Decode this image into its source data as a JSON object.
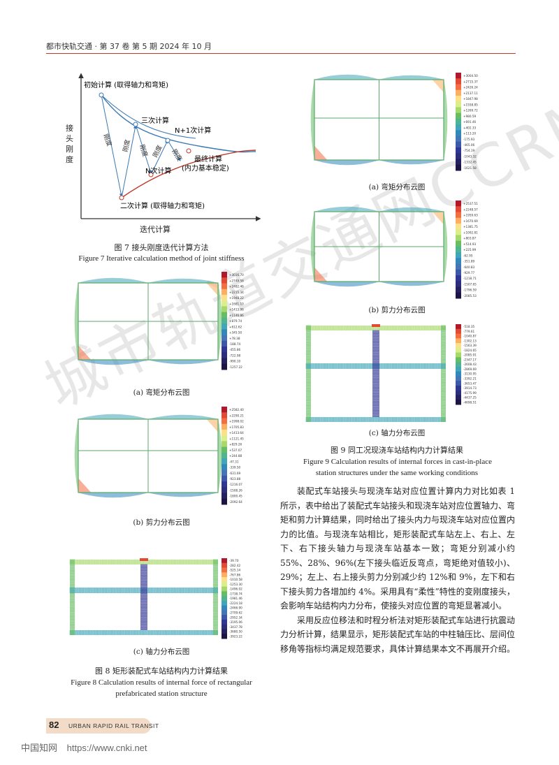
{
  "header": {
    "text": "都市快轨交通 · 第 37 卷 第 5 期 2024 年 10 月"
  },
  "fig7": {
    "ylabel": "接头刚度",
    "xlabel": "迭代计算",
    "labels": {
      "initial": "初始计算 (取得轴力和弯矩)",
      "third": "三次计算",
      "n1": "N+1次计算",
      "final1": "最终计算",
      "final2": "(内力基本稳定)",
      "nth": "N次计算",
      "second": "二次计算 (取得轴力和弯矩)",
      "stiff": "刚度"
    },
    "caption_cn": "图 7 接头刚度迭代计算方法",
    "caption_en": "Figure 7 Iterative calculation method of joint stiffness"
  },
  "fig8": {
    "sub_a": "(a) 弯矩分布云图",
    "sub_b": "(b) 剪力分布云图",
    "sub_c": "(c) 轴力分布云图",
    "caption_cn": "图 8 矩形装配式车站结构内力计算结果",
    "caption_en_1": "Figure 8 Calculation results of internal force of rectangular",
    "caption_en_2": "prefabricated station structure"
  },
  "fig9": {
    "sub_a": "(a) 弯矩分布云图",
    "sub_b": "(b) 剪力分布云图",
    "sub_c": "(c) 轴力分布云图",
    "caption_cn": "图 9 同工况现浇车站结构内力计算结果",
    "caption_en_1": "Figure 9 Calculation results of internal forces in cast-in-place",
    "caption_en_2": "station structures under the same working conditions"
  },
  "body": {
    "p1": "装配式车站接头与现浇车站对应位置计算内力对比如表 1 所示，表中给出了装配式车站接头和现浇车站对应位置轴力、弯矩和剪力计算结果，同时给出了接头内力与现浇车站对应位置内力的比值。与现浇车站相比，矩形装配式车站左上、右上、左下、右下接头轴力与现浇车站基本一致；弯矩分别减小约 55%、28%、96%(左下接头临近反弯点，弯矩绝对值较小)、29%；左上、右上接头剪力分别减少约 12%和 9%，左下和右下接头剪力各增加约 4%。采用具有“柔性”特性的变刚度接头，会影响车站结构内力分布，使接头对应位置的弯矩显著减小。",
    "p2": "采用反应位移法和时程分析法对矩形装配式车站进行抗震动力分析计算，结果显示，矩形装配式车站的中柱轴压比、层间位移角等指标均满足规范要求，具体计算结果本文不再展开介绍。"
  },
  "footer": {
    "page": "82",
    "journal": "URBAN RAPID RAIL TRANSIT",
    "source1": "中国知网",
    "source2": "https://www.cnki.net"
  },
  "watermark": "城市轨道交通网CCRM",
  "legend_values": {
    "f8a": [
      "+3016.70",
      "+2749.58",
      "+2482.46",
      "+2215.34",
      "+1948.22",
      "+1681.10",
      "+1413.98",
      "+1146.86",
      "+879.74",
      "+612.62",
      "+345.50",
      "+78.38",
      "-188.74",
      "-455.86",
      "-722.98",
      "-990.10",
      "-1257.22"
    ],
    "f8b": [
      "+2582.40",
      "+2290.21",
      "+1998.02",
      "+1705.83",
      "+1413.64",
      "+1121.45",
      "+829.26",
      "+537.07",
      "+244.88",
      "-47.31",
      "-339.50",
      "-631.69",
      "-923.88",
      "-1216.07",
      "-1508.26",
      "-1800.45",
      "-2092.64"
    ],
    "f8c": [
      "-39.70",
      "-282.42",
      "-525.14",
      "-767.86",
      "-1010.58",
      "-1253.30",
      "-1496.02",
      "-1738.74",
      "-1981.46",
      "-2224.18",
      "-2466.90",
      "-2709.62",
      "-2952.34",
      "-3195.06",
      "-3437.78",
      "-3680.50",
      "-3923.22"
    ],
    "f9a": [
      "+3004.50",
      "+2715.37",
      "+2426.24",
      "+2137.11",
      "+1847.98",
      "+1558.85",
      "+1269.72",
      "+980.59",
      "+691.46",
      "+402.33",
      "+113.20",
      "-175.93",
      "-465.06",
      "-754.19",
      "-1043.32",
      "-1332.45",
      "-1621.58"
    ],
    "f9b": [
      "+2537.51",
      "+2248.57",
      "+1959.63",
      "+1670.69",
      "+1381.75",
      "+1092.81",
      "+803.87",
      "+514.93",
      "+225.99",
      "-62.95",
      "-351.89",
      "-640.83",
      "-929.77",
      "-1218.71",
      "-1507.65",
      "-1796.59",
      "-2085.53"
    ],
    "f9c": [
      "-518.35",
      "-779.61",
      "-1040.87",
      "-1302.13",
      "-1563.39",
      "-1824.65",
      "-2085.91",
      "-2347.17",
      "-2608.43",
      "-2869.69",
      "-3130.95",
      "-3392.21",
      "-3653.47",
      "-3914.73",
      "-4175.99",
      "-4437.25",
      "-4698.51"
    ]
  },
  "colors": {
    "rule": "#c0392b",
    "curve_blue": "#3a78b5",
    "curve_red": "#c0392b",
    "legend": [
      "#b2182b",
      "#e34a33",
      "#f46d43",
      "#fdae61",
      "#fee08b",
      "#d9ef8b",
      "#a6d96a",
      "#66bd63",
      "#4fb58f",
      "#41a6b8",
      "#3288bd",
      "#4575b4",
      "#3b59a8",
      "#313695",
      "#2c2e7a",
      "#25205f",
      "#1b1445"
    ]
  }
}
